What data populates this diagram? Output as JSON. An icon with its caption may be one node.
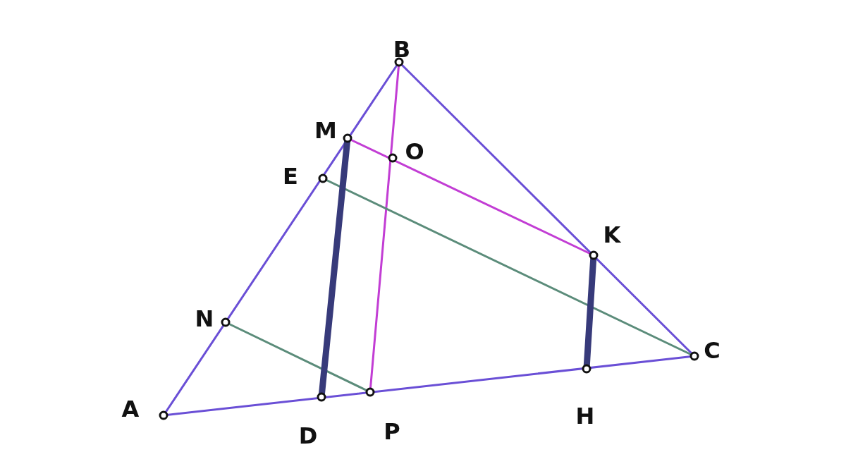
{
  "diagram": {
    "nodes": [
      {
        "text": [
          "B"
        ]
      },
      {
        "text": [
          "M"
        ]
      },
      {
        "text": [
          "O"
        ]
      },
      {
        "text": [
          "E"
        ]
      },
      {
        "text": [
          "K"
        ]
      },
      {
        "text": [
          "N"
        ]
      },
      {
        "text": [
          "C"
        ]
      },
      {
        "text": [
          "A"
        ]
      },
      {
        "text": [
          "H"
        ]
      },
      {
        "text": [
          "D"
        ]
      },
      {
        "text": [
          "P"
        ]
      }
    ],
    "edges": [
      {
        "from": 7,
        "to": 0,
        "arrow": "none"
      },
      {
        "from": 0,
        "to": 6,
        "arrow": "none"
      },
      {
        "from": 6,
        "to": 7,
        "arrow": "none"
      },
      {
        "from": 1,
        "to": 4,
        "arrow": "none",
        "color": "#c23dd4"
      },
      {
        "from": 0,
        "to": 10,
        "arrow": "none",
        "color": "#c23dd4"
      },
      {
        "from": 3,
        "to": 6,
        "arrow": "none",
        "color": "#5b8c7a"
      },
      {
        "from": 5,
        "to": 10,
        "arrow": "none",
        "color": "#5b8c7a"
      },
      {
        "from": 1,
        "to": 9,
        "arrow": "none",
        "style": "thick",
        "color": "#373a7a"
      },
      {
        "from": 4,
        "to": 8,
        "arrow": "none",
        "style": "thick",
        "color": "#373a7a"
      }
    ]
  }
}
